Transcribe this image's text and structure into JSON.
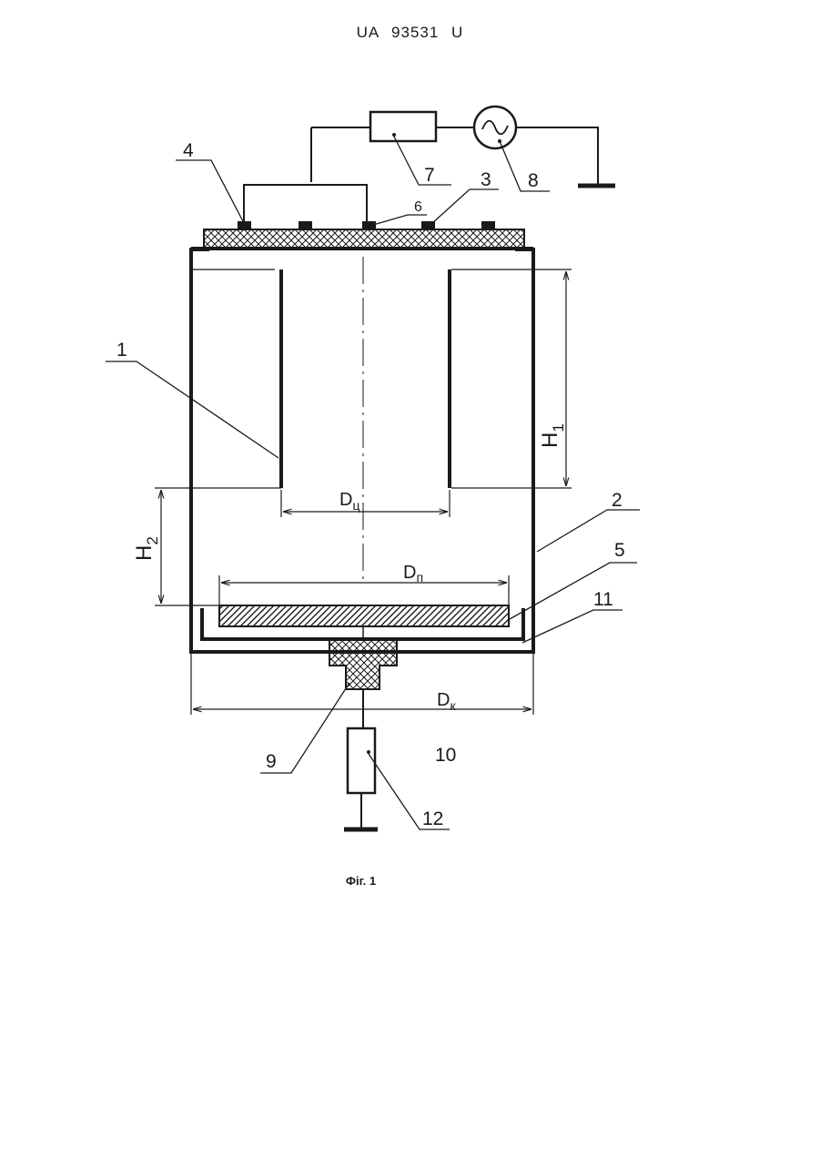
{
  "header": {
    "text": "UA   93531   U"
  },
  "caption": {
    "text": "Фіг. 1"
  },
  "labels": {
    "n1": "1",
    "n2": "2",
    "n3": "3",
    "n4": "4",
    "n5": "5",
    "n6": "6",
    "n7": "7",
    "n8": "8",
    "n9": "9",
    "n10": "10",
    "n11": "11",
    "n12": "12"
  },
  "dimensions": {
    "h1_main": "H",
    "h1_sub": "1",
    "h2_main": "H",
    "h2_sub": "2",
    "dc_main": "D",
    "dc_sub": "ц",
    "dp_main": "D",
    "dp_sub": "п",
    "dk_main": "D",
    "dk_sub": "к"
  }
}
